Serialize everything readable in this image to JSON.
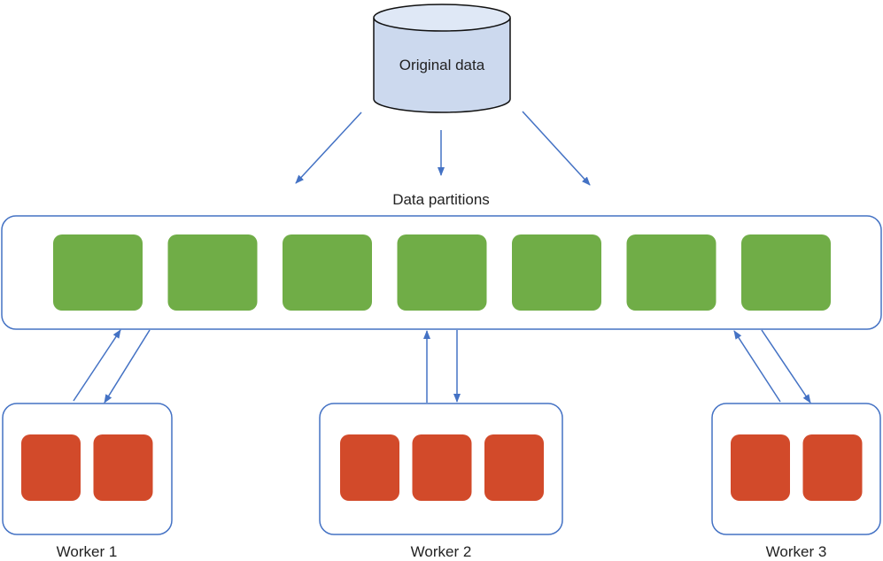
{
  "colors": {
    "stroke": "#4472c4",
    "cylinder_fill": "#ccd9ee",
    "partition_fill": "#70ad47",
    "worker_block_fill": "#d24a2a",
    "text": "#222222"
  },
  "database": {
    "icon": "database-cylinder-icon",
    "label": "Original data"
  },
  "partitions": {
    "label": "Data partitions",
    "count": 7
  },
  "workers": [
    {
      "label": "Worker 1",
      "blocks": 2
    },
    {
      "label": "Worker 2",
      "blocks": 3
    },
    {
      "label": "Worker 3",
      "blocks": 2
    }
  ]
}
